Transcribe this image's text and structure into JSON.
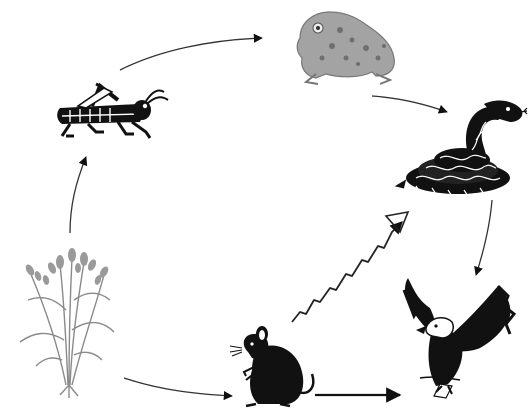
{
  "diagram": {
    "type": "food-web",
    "organisms": [
      {
        "id": "grain",
        "icon": "grain-plant-icon"
      },
      {
        "id": "grasshopper",
        "icon": "grasshopper-icon"
      },
      {
        "id": "frog",
        "icon": "frog-icon"
      },
      {
        "id": "snake",
        "icon": "snake-icon"
      },
      {
        "id": "mouse",
        "icon": "mouse-icon"
      },
      {
        "id": "eagle",
        "icon": "eagle-icon"
      }
    ],
    "links": [
      {
        "from": "grain",
        "to": "grasshopper"
      },
      {
        "from": "grasshopper",
        "to": "frog"
      },
      {
        "from": "frog",
        "to": "snake"
      },
      {
        "from": "snake",
        "to": "eagle"
      },
      {
        "from": "grain",
        "to": "mouse"
      },
      {
        "from": "mouse",
        "to": "eagle"
      },
      {
        "from": "mouse",
        "to": "snake"
      }
    ],
    "colors": {
      "ink": "#111111",
      "plant": "#8a8a8a",
      "frog": "#9a9a9a"
    }
  }
}
